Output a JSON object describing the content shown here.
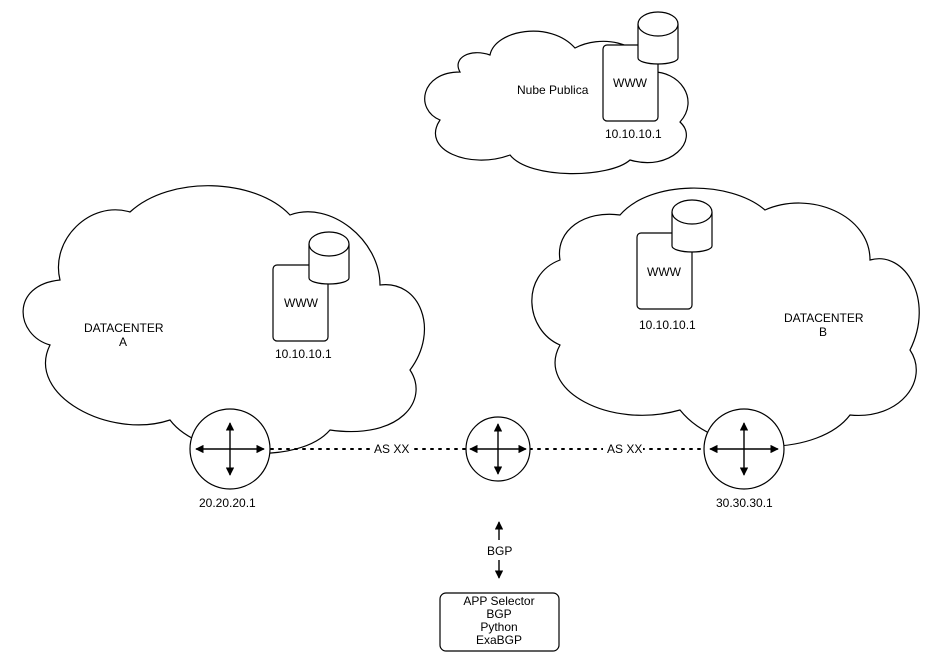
{
  "clouds": {
    "public": {
      "label": "Nube Publica",
      "server_label": "WWW",
      "ip": "10.10.10.1"
    },
    "dc_a": {
      "label_line1": "DATACENTER",
      "label_line2": "A",
      "server_label": "WWW",
      "ip": "10.10.10.1"
    },
    "dc_b": {
      "label_line1": "DATACENTER",
      "label_line2": "B",
      "server_label": "WWW",
      "ip": "10.10.10.1"
    }
  },
  "routers": {
    "a": {
      "ip": "20.20.20.1"
    },
    "center": {
      "ip": ""
    },
    "b": {
      "ip": "30.30.30.1"
    }
  },
  "links": {
    "a_center": "AS XX",
    "center_b": "AS XX",
    "center_selector": "BGP"
  },
  "selector": {
    "lines": [
      "APP Selector",
      "BGP",
      "Python",
      "ExaBGP"
    ]
  }
}
